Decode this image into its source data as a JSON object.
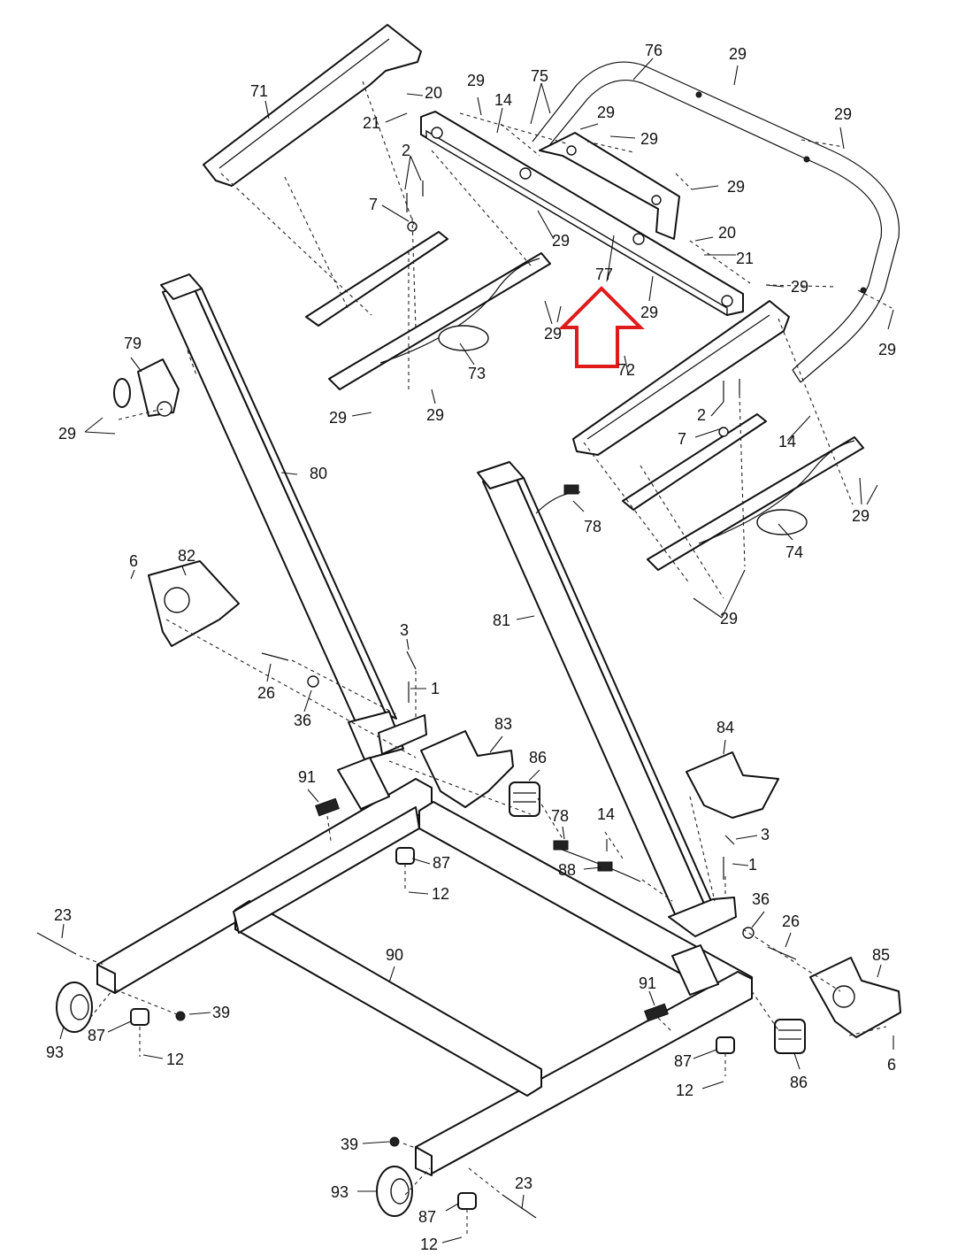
{
  "colors": {
    "line": "#111111",
    "background": "#ffffff",
    "highlight": "#e01b1b"
  },
  "labels": {
    "p71": "71",
    "p76": "76",
    "p75": "75",
    "p77": "77",
    "p72": "72",
    "p73": "73",
    "p74": "74",
    "p78a": "78",
    "p78b": "78",
    "p79": "79",
    "p80": "80",
    "p81": "81",
    "p82": "82",
    "p83": "83",
    "p84": "84",
    "p85": "85",
    "p86a": "86",
    "p86b": "86",
    "p87a": "87",
    "p87b": "87",
    "p87c": "87",
    "p87d": "87",
    "p88": "88",
    "p90": "90",
    "p91a": "91",
    "p91b": "91",
    "p93a": "93",
    "p93b": "93",
    "p1a": "1",
    "p1b": "1",
    "p2a": "2",
    "p2b": "2",
    "p3a": "3",
    "p3b": "3",
    "p6a": "6",
    "p6b": "6",
    "p7a": "7",
    "p7b": "7",
    "p12a": "12",
    "p12b": "12",
    "p12c": "12",
    "p12d": "12",
    "p14a": "14",
    "p14b": "14",
    "p14c": "14",
    "p20a": "20",
    "p20b": "20",
    "p21a": "21",
    "p21b": "21",
    "p23a": "23",
    "p23b": "23",
    "p26a": "26",
    "p26b": "26",
    "p36a": "36",
    "p36b": "36",
    "p39a": "39",
    "p39b": "39",
    "p29a": "29",
    "p29b": "29",
    "p29c": "29",
    "p29d": "29",
    "p29e": "29",
    "p29f": "29",
    "p29g": "29",
    "p29h": "29",
    "p29i": "29",
    "p29j": "29",
    "p29k": "29",
    "p29l": "29",
    "p29m": "29",
    "p29n": "29",
    "p29o": "29",
    "p29p": "29"
  }
}
